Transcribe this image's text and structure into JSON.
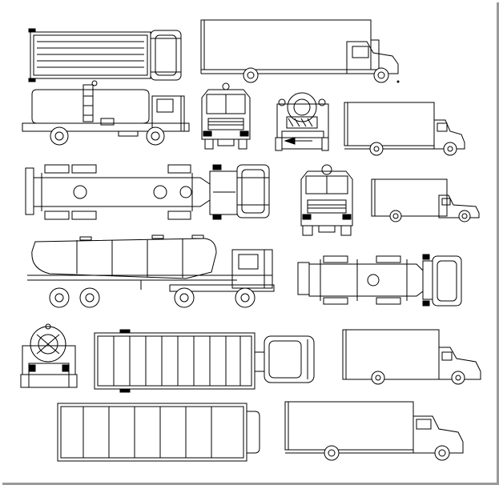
{
  "sheet": {
    "background": "#ffffff",
    "line_color": "#000000",
    "frame_shadow": "#9a9a9a"
  },
  "blocks": [
    {
      "name": "box-truck-side-view",
      "icon": "box-truck-icon"
    },
    {
      "name": "flatbed-truck-top-view",
      "icon": "flatbed-truck-icon"
    },
    {
      "name": "tanker-truck-side-view",
      "icon": "tanker-truck-icon"
    },
    {
      "name": "truck-front-view",
      "icon": "truck-front-icon"
    },
    {
      "name": "tanker-truck-rear-view",
      "icon": "tanker-rear-icon"
    },
    {
      "name": "tanker-trailer-top-view",
      "icon": "tanker-trailer-icon"
    },
    {
      "name": "bulk-tanker-semi-side-view",
      "icon": "bulk-tanker-icon"
    },
    {
      "name": "container-truck-top-view",
      "icon": "container-truck-icon"
    }
  ]
}
